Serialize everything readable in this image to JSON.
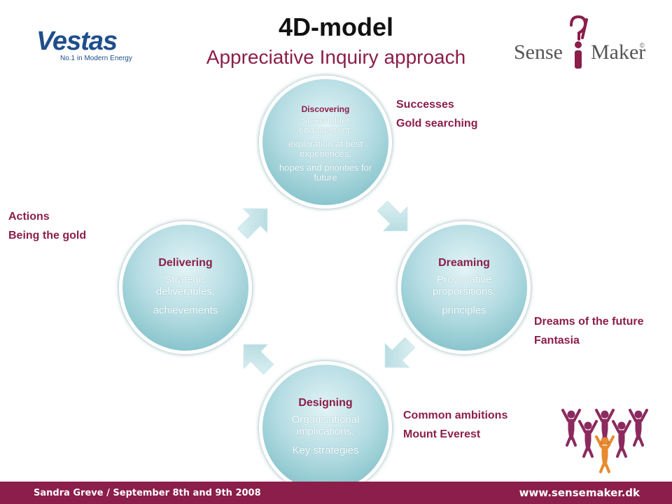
{
  "title": "4D-model",
  "subtitle": "Appreciative Inquiry approach",
  "logos": {
    "vestas": {
      "name": "Vestas",
      "tagline": "No.1 in Modern Energy"
    },
    "sensemaker": {
      "left": "Sense",
      "right": "Maker"
    }
  },
  "cycle": {
    "discovering": {
      "title": "Discovering",
      "lines": [
        "Stakeholder engagement,",
        "exploration af best experiences,",
        "hopes and priorities for future"
      ]
    },
    "dreaming": {
      "title": "Dreaming",
      "lines": [
        "Provocative proporsitions,",
        "principles"
      ]
    },
    "designing": {
      "title": "Designing",
      "lines": [
        "Organisational implications,",
        "Key strategies"
      ]
    },
    "delivering": {
      "title": "Delivering",
      "lines": [
        "Strategic deliverables,",
        "achievements"
      ]
    }
  },
  "notes": {
    "discovering": [
      "Successes",
      "Gold searching"
    ],
    "delivering": [
      "Actions",
      "Being the gold"
    ],
    "dreaming": [
      "Dreams of the future",
      "Fantasia"
    ],
    "designing": [
      "Common ambitions",
      "Mount Everest"
    ]
  },
  "footer": {
    "left": "Sandra Greve / September 8th and 9th 2008",
    "right": "www.sensemaker.dk"
  },
  "colors": {
    "accent": "#8b1e4a",
    "circle": "#8fc9d1",
    "brand_blue": "#1f4e8c",
    "people_purple": "#8b2a5e",
    "people_orange": "#e88a2e"
  }
}
